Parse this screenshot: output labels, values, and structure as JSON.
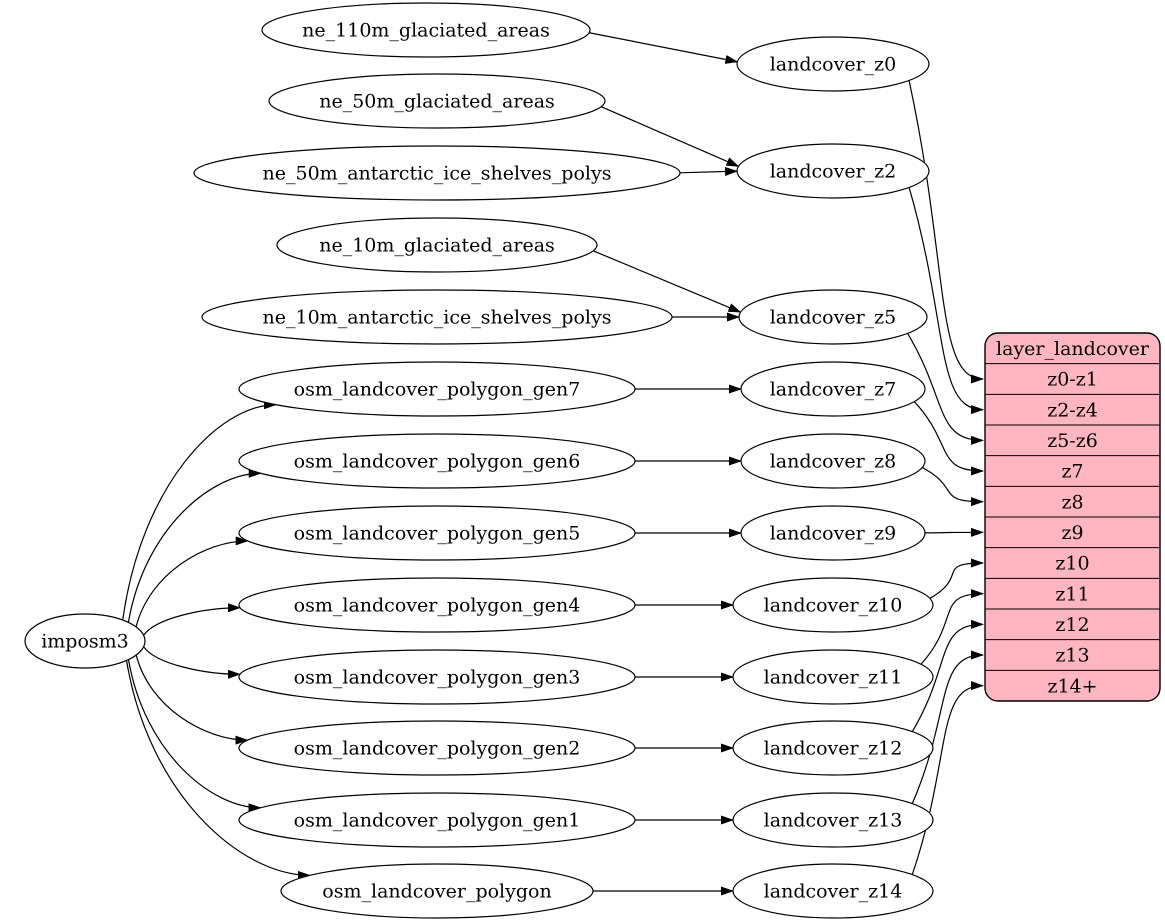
{
  "diagram": {
    "background": "#ffffff",
    "node_fill": "#ffffff",
    "stroke_color": "#000000",
    "record": {
      "title": "layer_landcover",
      "fill": "#ffb6c1",
      "rows": [
        "z0-z1",
        "z2-z4",
        "z5-z6",
        "z7",
        "z8",
        "z9",
        "z10",
        "z11",
        "z12",
        "z13",
        "z14+"
      ]
    },
    "nodes": [
      {
        "id": "imposm3",
        "label": "imposm3"
      },
      {
        "id": "ne_110m_glaciated_areas",
        "label": "ne_110m_glaciated_areas"
      },
      {
        "id": "ne_50m_glaciated_areas",
        "label": "ne_50m_glaciated_areas"
      },
      {
        "id": "ne_50m_antarctic_ice_shelves_polys",
        "label": "ne_50m_antarctic_ice_shelves_polys"
      },
      {
        "id": "ne_10m_glaciated_areas",
        "label": "ne_10m_glaciated_areas"
      },
      {
        "id": "ne_10m_antarctic_ice_shelves_polys",
        "label": "ne_10m_antarctic_ice_shelves_polys"
      },
      {
        "id": "osm_landcover_polygon_gen7",
        "label": "osm_landcover_polygon_gen7"
      },
      {
        "id": "osm_landcover_polygon_gen6",
        "label": "osm_landcover_polygon_gen6"
      },
      {
        "id": "osm_landcover_polygon_gen5",
        "label": "osm_landcover_polygon_gen5"
      },
      {
        "id": "osm_landcover_polygon_gen4",
        "label": "osm_landcover_polygon_gen4"
      },
      {
        "id": "osm_landcover_polygon_gen3",
        "label": "osm_landcover_polygon_gen3"
      },
      {
        "id": "osm_landcover_polygon_gen2",
        "label": "osm_landcover_polygon_gen2"
      },
      {
        "id": "osm_landcover_polygon_gen1",
        "label": "osm_landcover_polygon_gen1"
      },
      {
        "id": "osm_landcover_polygon",
        "label": "osm_landcover_polygon"
      },
      {
        "id": "landcover_z0",
        "label": "landcover_z0"
      },
      {
        "id": "landcover_z2",
        "label": "landcover_z2"
      },
      {
        "id": "landcover_z5",
        "label": "landcover_z5"
      },
      {
        "id": "landcover_z7",
        "label": "landcover_z7"
      },
      {
        "id": "landcover_z8",
        "label": "landcover_z8"
      },
      {
        "id": "landcover_z9",
        "label": "landcover_z9"
      },
      {
        "id": "landcover_z10",
        "label": "landcover_z10"
      },
      {
        "id": "landcover_z11",
        "label": "landcover_z11"
      },
      {
        "id": "landcover_z12",
        "label": "landcover_z12"
      },
      {
        "id": "landcover_z13",
        "label": "landcover_z13"
      },
      {
        "id": "landcover_z14",
        "label": "landcover_z14"
      }
    ],
    "edges": [
      {
        "from": "ne_110m_glaciated_areas",
        "to": "landcover_z0"
      },
      {
        "from": "ne_50m_glaciated_areas",
        "to": "landcover_z2"
      },
      {
        "from": "ne_50m_antarctic_ice_shelves_polys",
        "to": "landcover_z2"
      },
      {
        "from": "ne_10m_glaciated_areas",
        "to": "landcover_z5"
      },
      {
        "from": "ne_10m_antarctic_ice_shelves_polys",
        "to": "landcover_z5"
      },
      {
        "from": "imposm3",
        "to": "osm_landcover_polygon_gen7"
      },
      {
        "from": "imposm3",
        "to": "osm_landcover_polygon_gen6"
      },
      {
        "from": "imposm3",
        "to": "osm_landcover_polygon_gen5"
      },
      {
        "from": "imposm3",
        "to": "osm_landcover_polygon_gen4"
      },
      {
        "from": "imposm3",
        "to": "osm_landcover_polygon_gen3"
      },
      {
        "from": "imposm3",
        "to": "osm_landcover_polygon_gen2"
      },
      {
        "from": "imposm3",
        "to": "osm_landcover_polygon_gen1"
      },
      {
        "from": "imposm3",
        "to": "osm_landcover_polygon"
      },
      {
        "from": "osm_landcover_polygon_gen7",
        "to": "landcover_z7"
      },
      {
        "from": "osm_landcover_polygon_gen6",
        "to": "landcover_z8"
      },
      {
        "from": "osm_landcover_polygon_gen5",
        "to": "landcover_z9"
      },
      {
        "from": "osm_landcover_polygon_gen4",
        "to": "landcover_z10"
      },
      {
        "from": "osm_landcover_polygon_gen3",
        "to": "landcover_z11"
      },
      {
        "from": "osm_landcover_polygon_gen2",
        "to": "landcover_z12"
      },
      {
        "from": "osm_landcover_polygon_gen1",
        "to": "landcover_z13"
      },
      {
        "from": "osm_landcover_polygon",
        "to": "landcover_z14"
      },
      {
        "from": "landcover_z0",
        "to": "row:z0-z1"
      },
      {
        "from": "landcover_z2",
        "to": "row:z2-z4"
      },
      {
        "from": "landcover_z5",
        "to": "row:z5-z6"
      },
      {
        "from": "landcover_z7",
        "to": "row:z7"
      },
      {
        "from": "landcover_z8",
        "to": "row:z8"
      },
      {
        "from": "landcover_z9",
        "to": "row:z9"
      },
      {
        "from": "landcover_z10",
        "to": "row:z10"
      },
      {
        "from": "landcover_z11",
        "to": "row:z11"
      },
      {
        "from": "landcover_z12",
        "to": "row:z12"
      },
      {
        "from": "landcover_z13",
        "to": "row:z13"
      },
      {
        "from": "landcover_z14",
        "to": "row:z14+"
      }
    ]
  }
}
